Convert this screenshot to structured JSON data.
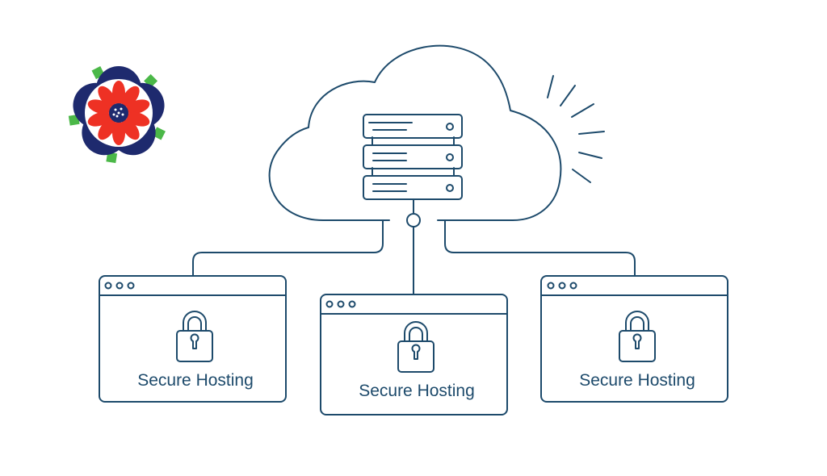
{
  "diagram": {
    "title": "Secure Cloud Hosting",
    "colors": {
      "line": "#1d4a6b",
      "background": "#ffffff",
      "logo_navy": "#1e2a6e",
      "logo_red": "#ee3124",
      "logo_green": "#4bb848"
    },
    "logo": {
      "name": "tudor-rose-logo"
    },
    "cloud": {
      "icon": "cloud-icon",
      "server": {
        "icon": "server-rack-icon",
        "units": 3
      }
    },
    "windows": [
      {
        "label": "Secure Hosting",
        "icon": "padlock-icon"
      },
      {
        "label": "Secure Hosting",
        "icon": "padlock-icon"
      },
      {
        "label": "Secure Hosting",
        "icon": "padlock-icon"
      }
    ]
  }
}
